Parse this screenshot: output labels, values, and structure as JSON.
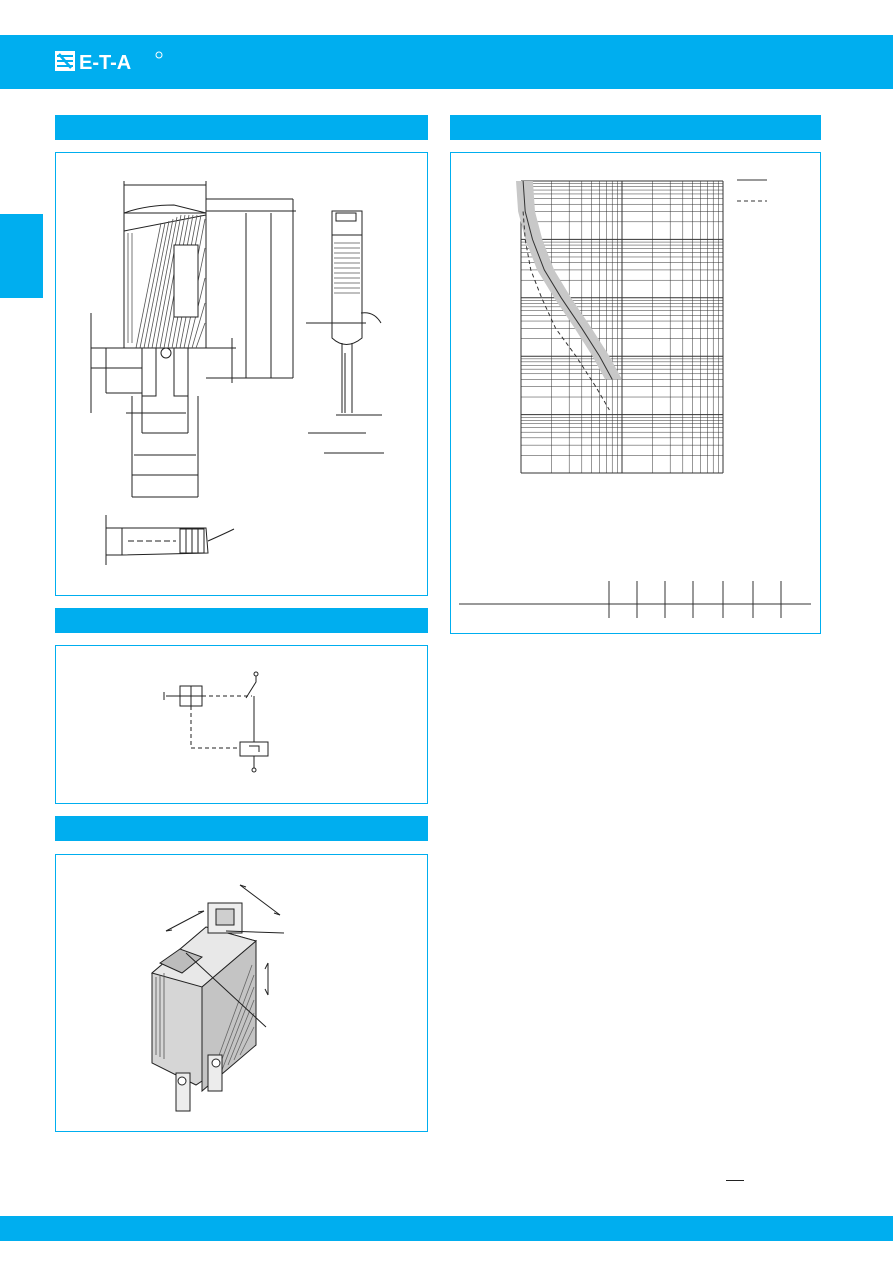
{
  "brand": {
    "logo_text": "E-T-A"
  },
  "colors": {
    "accent": "#00aeef",
    "panel_border": "#00aeef",
    "drawing_line": "#222222",
    "band_fill": "#c8c8c8",
    "background": "#ffffff"
  },
  "icons": {
    "logo": "eta-logo-icon",
    "registered": "registered-mark-icon"
  },
  "chart_data": {
    "type": "line",
    "title": "",
    "xlabel": "",
    "ylabel": "",
    "x_scale": "log",
    "y_scale": "log",
    "grid": true,
    "legend": "top-right",
    "series": [
      {
        "style": "solid",
        "x": [
          1.05,
          1.1,
          1.3,
          1.7,
          2.5,
          4.0,
          6.0,
          8.0
        ],
        "y": [
          10000,
          3000,
          1000,
          300,
          100,
          30,
          10,
          4
        ]
      },
      {
        "style": "dashed",
        "x": [
          1.05,
          1.1,
          1.25,
          1.6,
          2.2,
          3.5,
          5.5,
          7.5
        ],
        "y": [
          3000,
          1000,
          300,
          100,
          30,
          10,
          3,
          1.2
        ]
      }
    ]
  },
  "footer": {
    "page_marker": ""
  }
}
